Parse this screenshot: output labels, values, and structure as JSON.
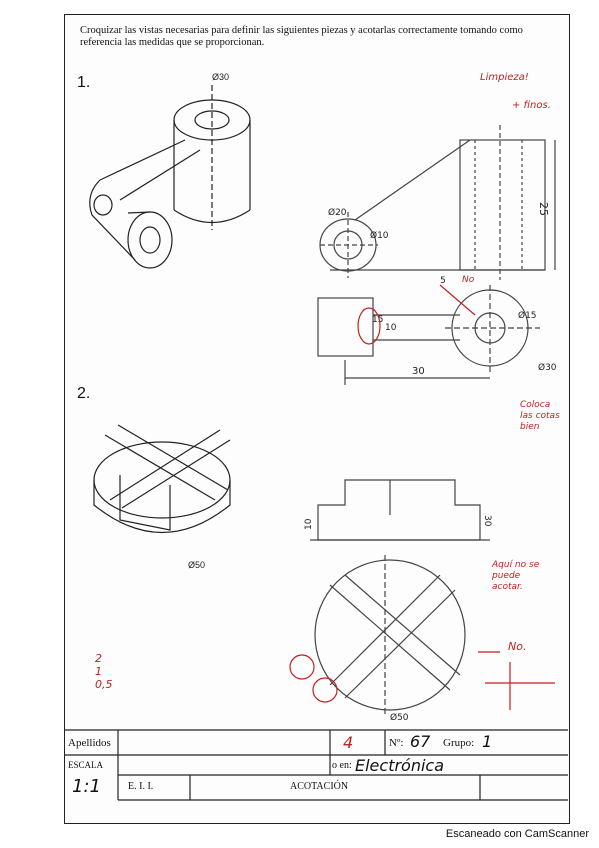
{
  "instructions": "Croquizar las vistas necesarias para definir las siguientes piezas y acotarlas correctamente tomando como referencia las medidas que se proporcionan.",
  "exercises": [
    {
      "number": "1.",
      "dims": {
        "d30": "Ø30",
        "d30b": "Ø30",
        "d20": "Ø20",
        "d10": "Ø10",
        "d15": "Ø15",
        "l5": "5",
        "l10": "10",
        "l15": "15",
        "l25": "25",
        "l30": "30"
      }
    },
    {
      "number": "2.",
      "dims": {
        "d50": "Ø50",
        "d50b": "Ø50",
        "l10": "10",
        "l30": "30"
      }
    }
  ],
  "annotations": {
    "limpieza": "Limpieza!",
    "finos": "+ finos.",
    "no_top": "No",
    "colocar": "Coloca las cotas bien",
    "aqui": "Aquí no se puede acotar.",
    "no_right": "No.",
    "scores": [
      "2",
      "1",
      "0,5"
    ]
  },
  "title_block": {
    "apellidos_label": "Apellidos",
    "name_value": "4",
    "numero_label": "Nº:",
    "numero_value": "67",
    "grupo_label": "Grupo:",
    "grupo_value": "1",
    "escala_label": "ESCALA",
    "escala_value": "1:1",
    "grado_label": "o en:",
    "grado_value": "Electrónica",
    "school": "E. I. I.",
    "title": "ACOTACIÓN"
  },
  "scanner": "Escaneado con CamScanner"
}
